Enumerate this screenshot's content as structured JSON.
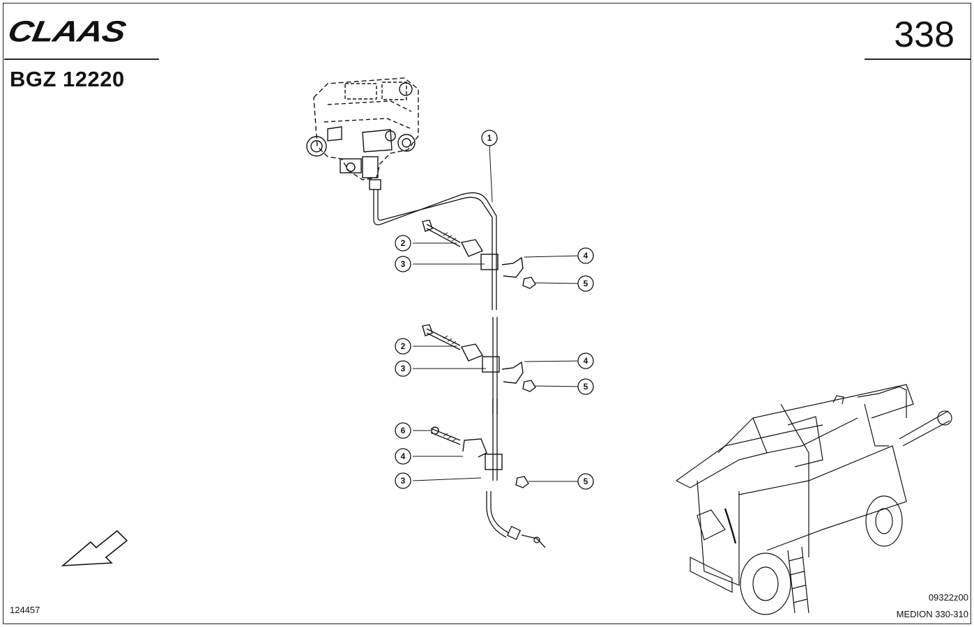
{
  "header": {
    "brand": "CLAAS",
    "doc_code": "BGZ 12220",
    "page_number": "338"
  },
  "footer": {
    "ref_left": "124457",
    "ref_right_top": "09322z00",
    "ref_right_bottom": "MEDION 330-310"
  },
  "callouts": {
    "c1": "1",
    "c2a": "2",
    "c3a": "3",
    "c4a": "4",
    "c5a": "5",
    "c2b": "2",
    "c3b": "3",
    "c4b": "4",
    "c5b": "5",
    "c6": "6",
    "c4c": "4",
    "c3c": "3",
    "c5c": "5"
  }
}
